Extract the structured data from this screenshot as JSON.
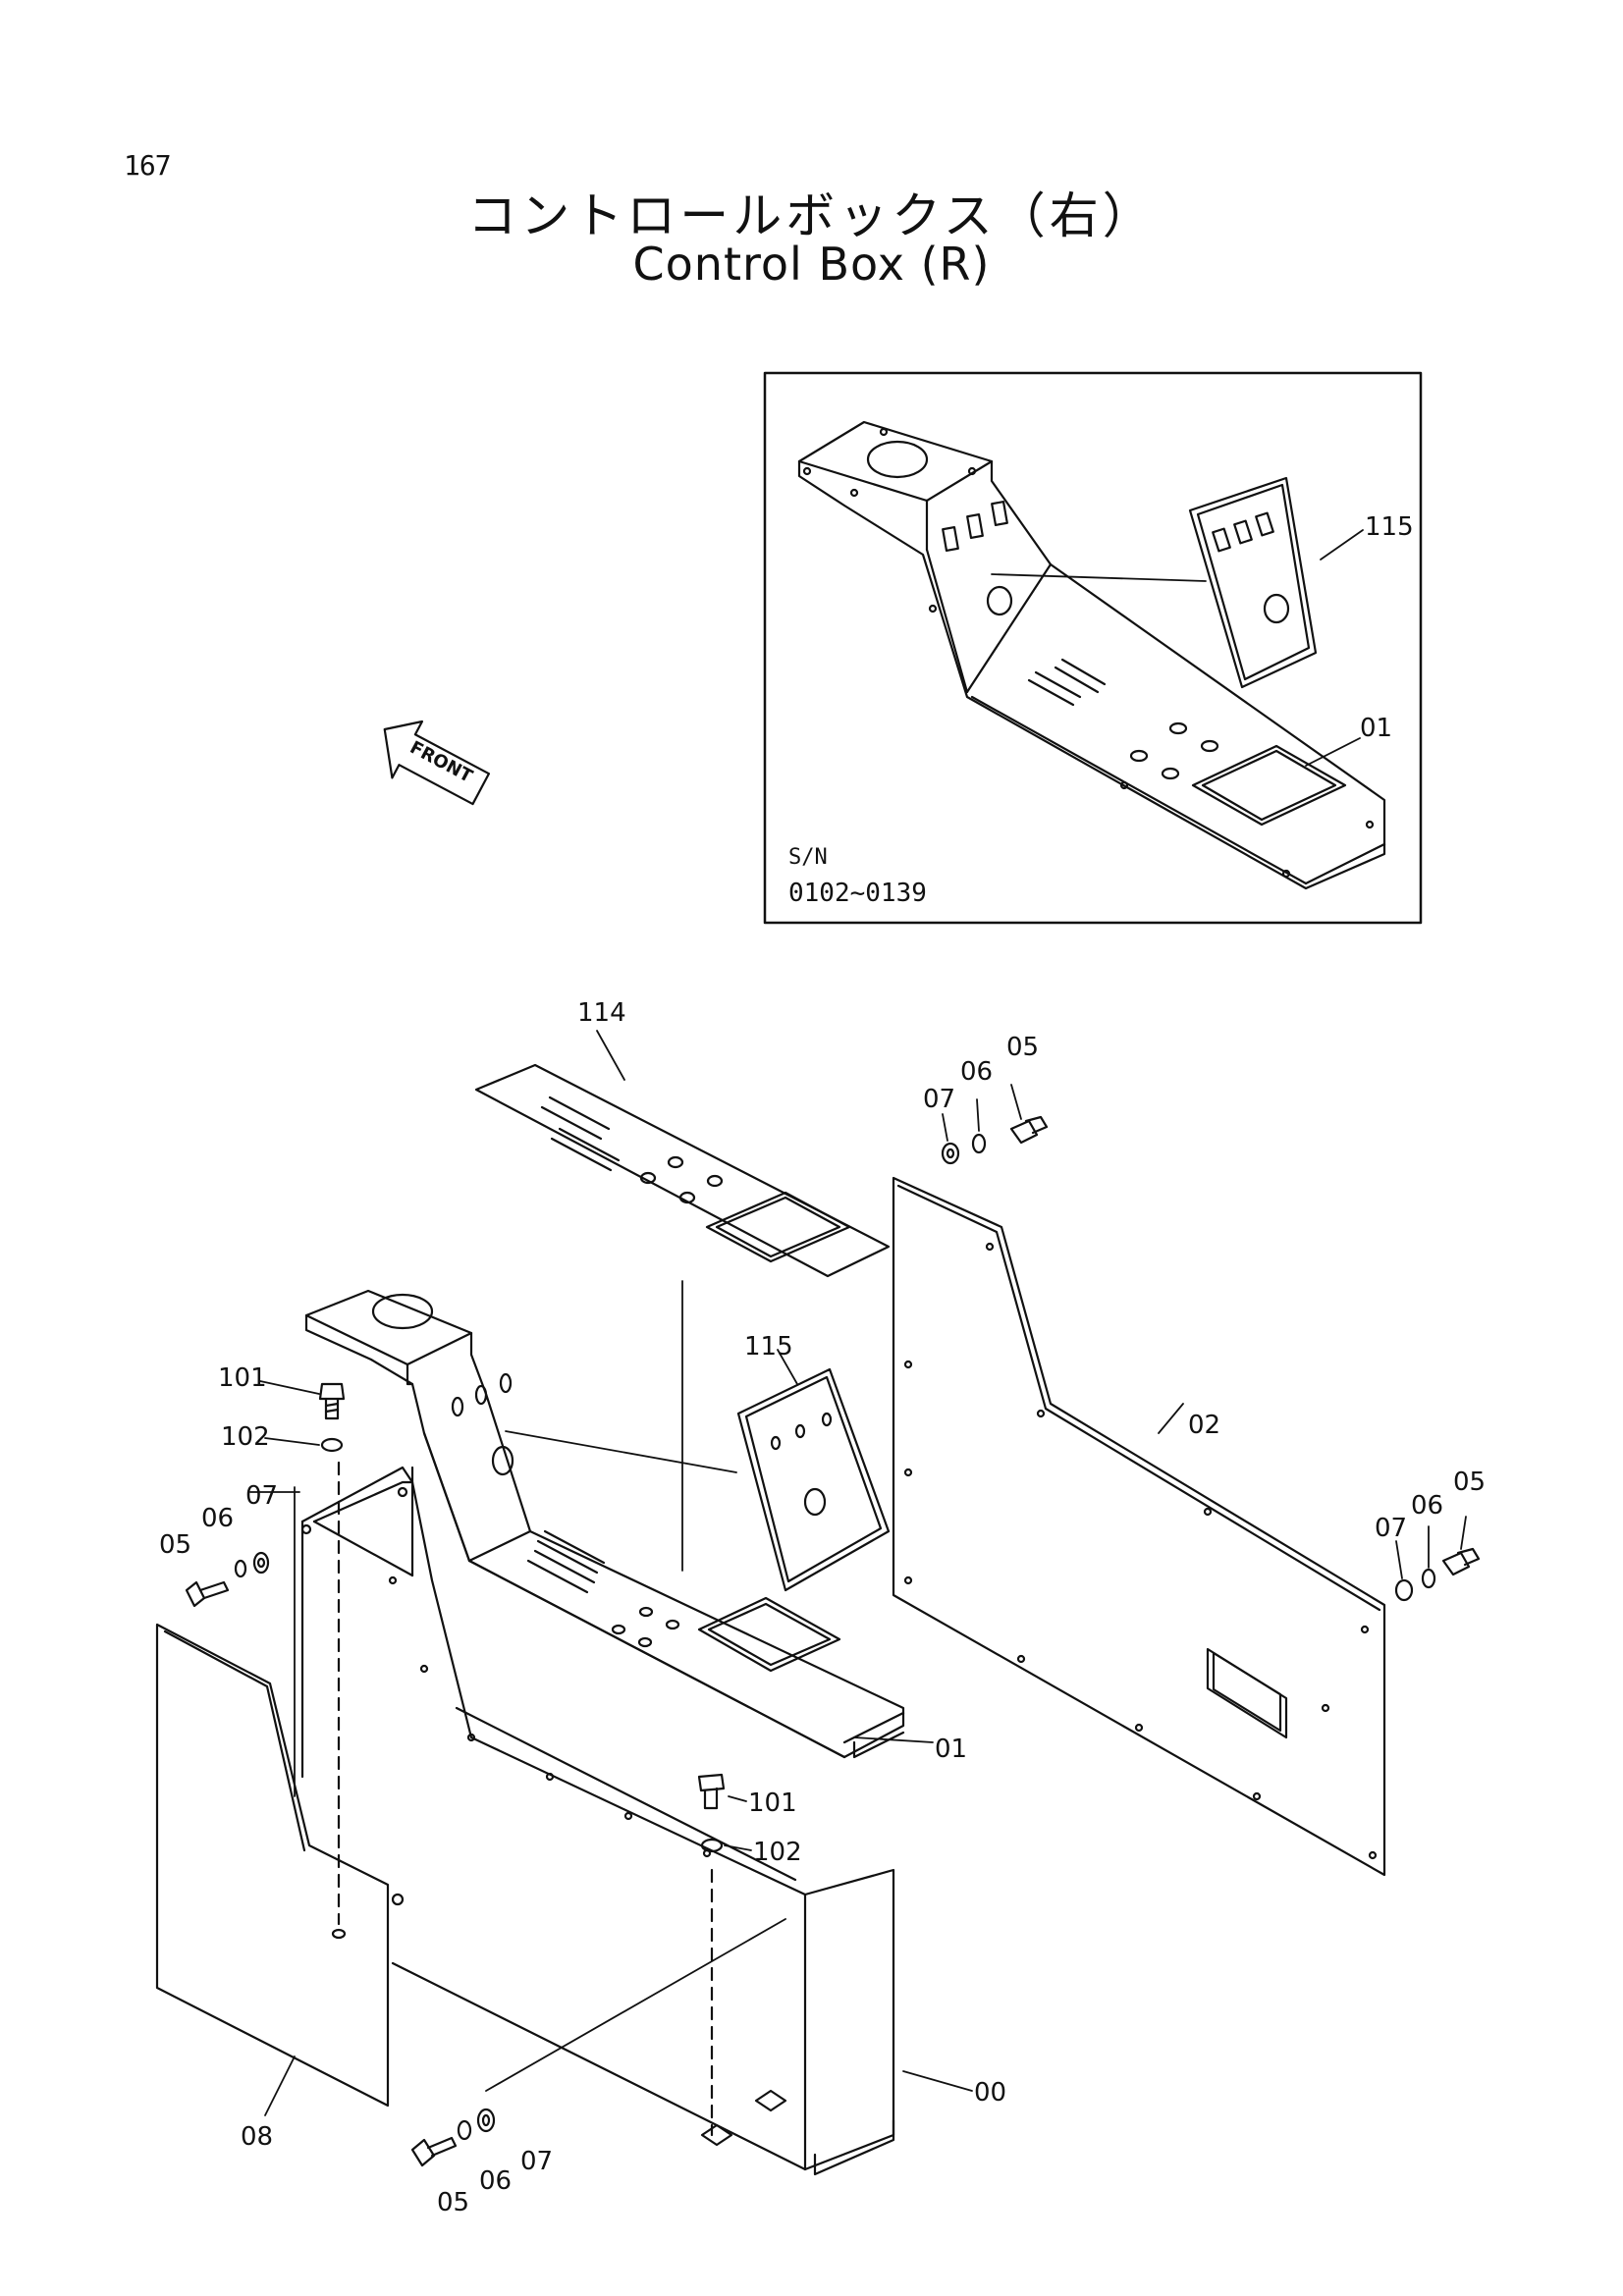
{
  "page_number": "167",
  "title_jp": "コントロールボックス（右）",
  "title_en": "Control Box (R)",
  "front_label": "FRONT",
  "inset": {
    "sn_label": "S/N",
    "sn_range": "0102~0139",
    "callouts": [
      "115",
      "01"
    ]
  },
  "callouts": {
    "c114": "114",
    "c115": "115",
    "c101_top": "101",
    "c102_top": "102",
    "c05_left": "05",
    "c06_left": "06",
    "c07_left": "07",
    "c01": "01",
    "c101_mid": "101",
    "c102_mid": "102",
    "c08": "08",
    "c00": "00",
    "c05_bot": "05",
    "c06_bot": "06",
    "c07_bot": "07",
    "c07_top": "07",
    "c06_top": "06",
    "c05_top": "05",
    "c02": "02",
    "c07_right": "07",
    "c06_right": "06",
    "c05_right": "05"
  }
}
